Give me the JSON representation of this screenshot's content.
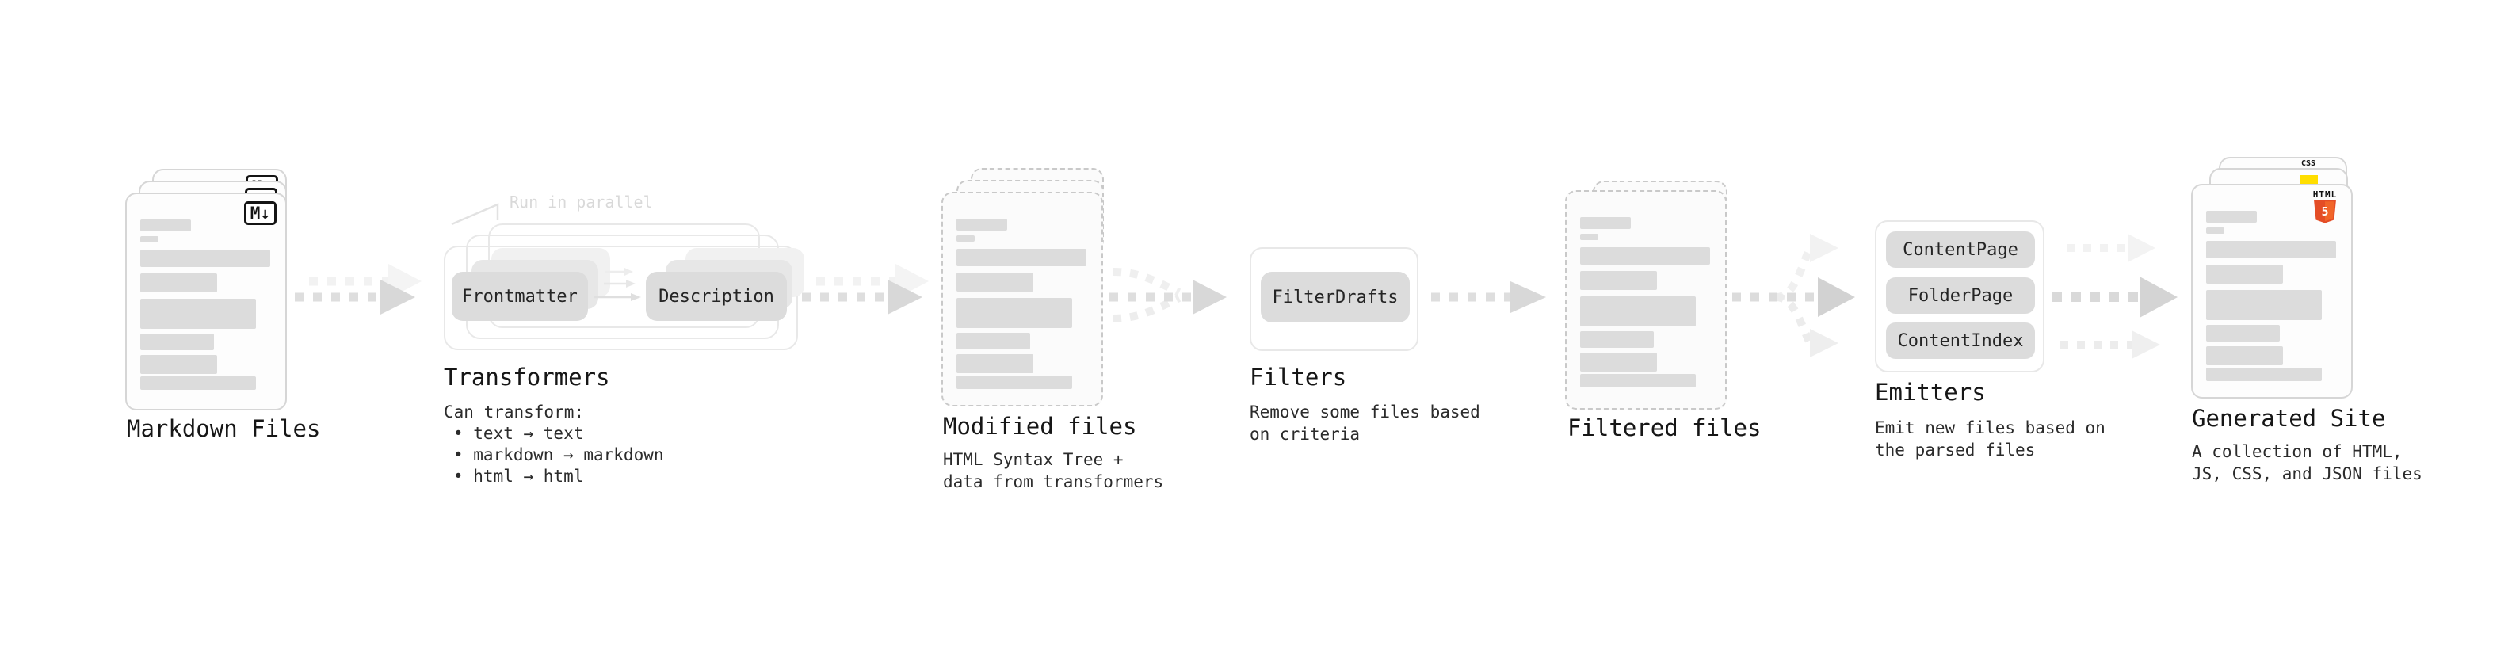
{
  "diagram": {
    "markdown_files": {
      "label": "Markdown Files",
      "badge": "M↓"
    },
    "transformers": {
      "annotation": "Run in parallel",
      "frontmatter": "Frontmatter",
      "description": "Description",
      "heading": "Transformers",
      "subheading": "Can transform:",
      "bullets": [
        "• text → text",
        "• markdown → markdown",
        "• html → html"
      ]
    },
    "modified_files": {
      "label": "Modified files",
      "desc": "HTML Syntax Tree +\ndata from transformers"
    },
    "filters": {
      "box": "FilterDrafts",
      "heading": "Filters",
      "desc": "Remove some files based\non criteria"
    },
    "filtered_files": {
      "label": "Filtered files"
    },
    "emitters": {
      "heading": "Emitters",
      "boxes": [
        "ContentPage",
        "FolderPage",
        "ContentIndex"
      ],
      "desc": "Emit new files based on\nthe parsed files"
    },
    "generated_site": {
      "label": "Generated Site",
      "desc": "A collection of HTML,\nJS, CSS, and JSON files",
      "css_badge": "CSS",
      "html_badge": "HTML",
      "html5_number": "5"
    }
  },
  "colors": {
    "html5_orange": "#e44d26",
    "html5_orange_light": "#f16529",
    "js_yellow": "#ffde00",
    "css_blue": "#2f6bf2"
  }
}
